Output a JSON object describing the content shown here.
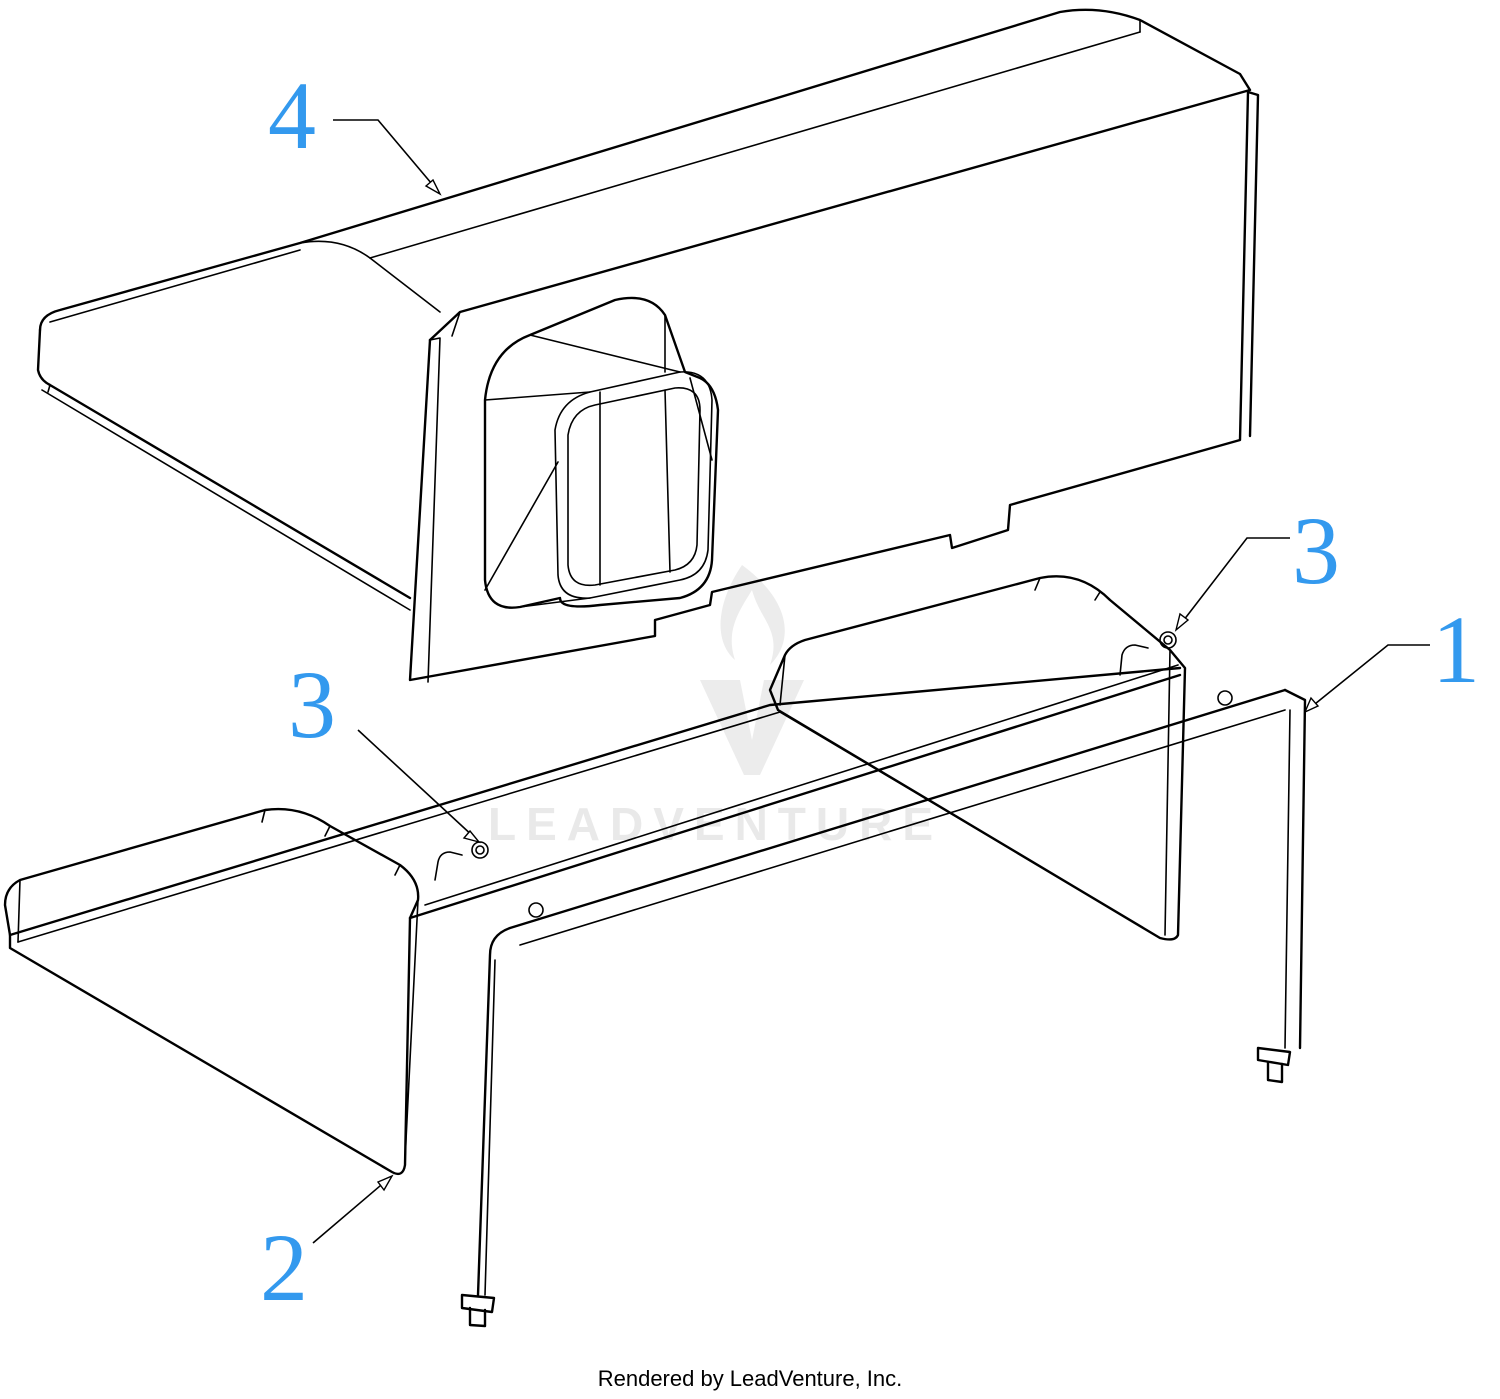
{
  "diagram": {
    "callouts": [
      {
        "id": "callout-4",
        "label": "4"
      },
      {
        "id": "callout-3-right",
        "label": "3"
      },
      {
        "id": "callout-1",
        "label": "1"
      },
      {
        "id": "callout-3-left",
        "label": "3"
      },
      {
        "id": "callout-2",
        "label": "2"
      }
    ],
    "callout_color": "#3399ee",
    "watermark": {
      "text": "LEADVENTURE",
      "icon": "flame-logo-icon"
    },
    "footer": "Rendered by LeadVenture, Inc."
  }
}
